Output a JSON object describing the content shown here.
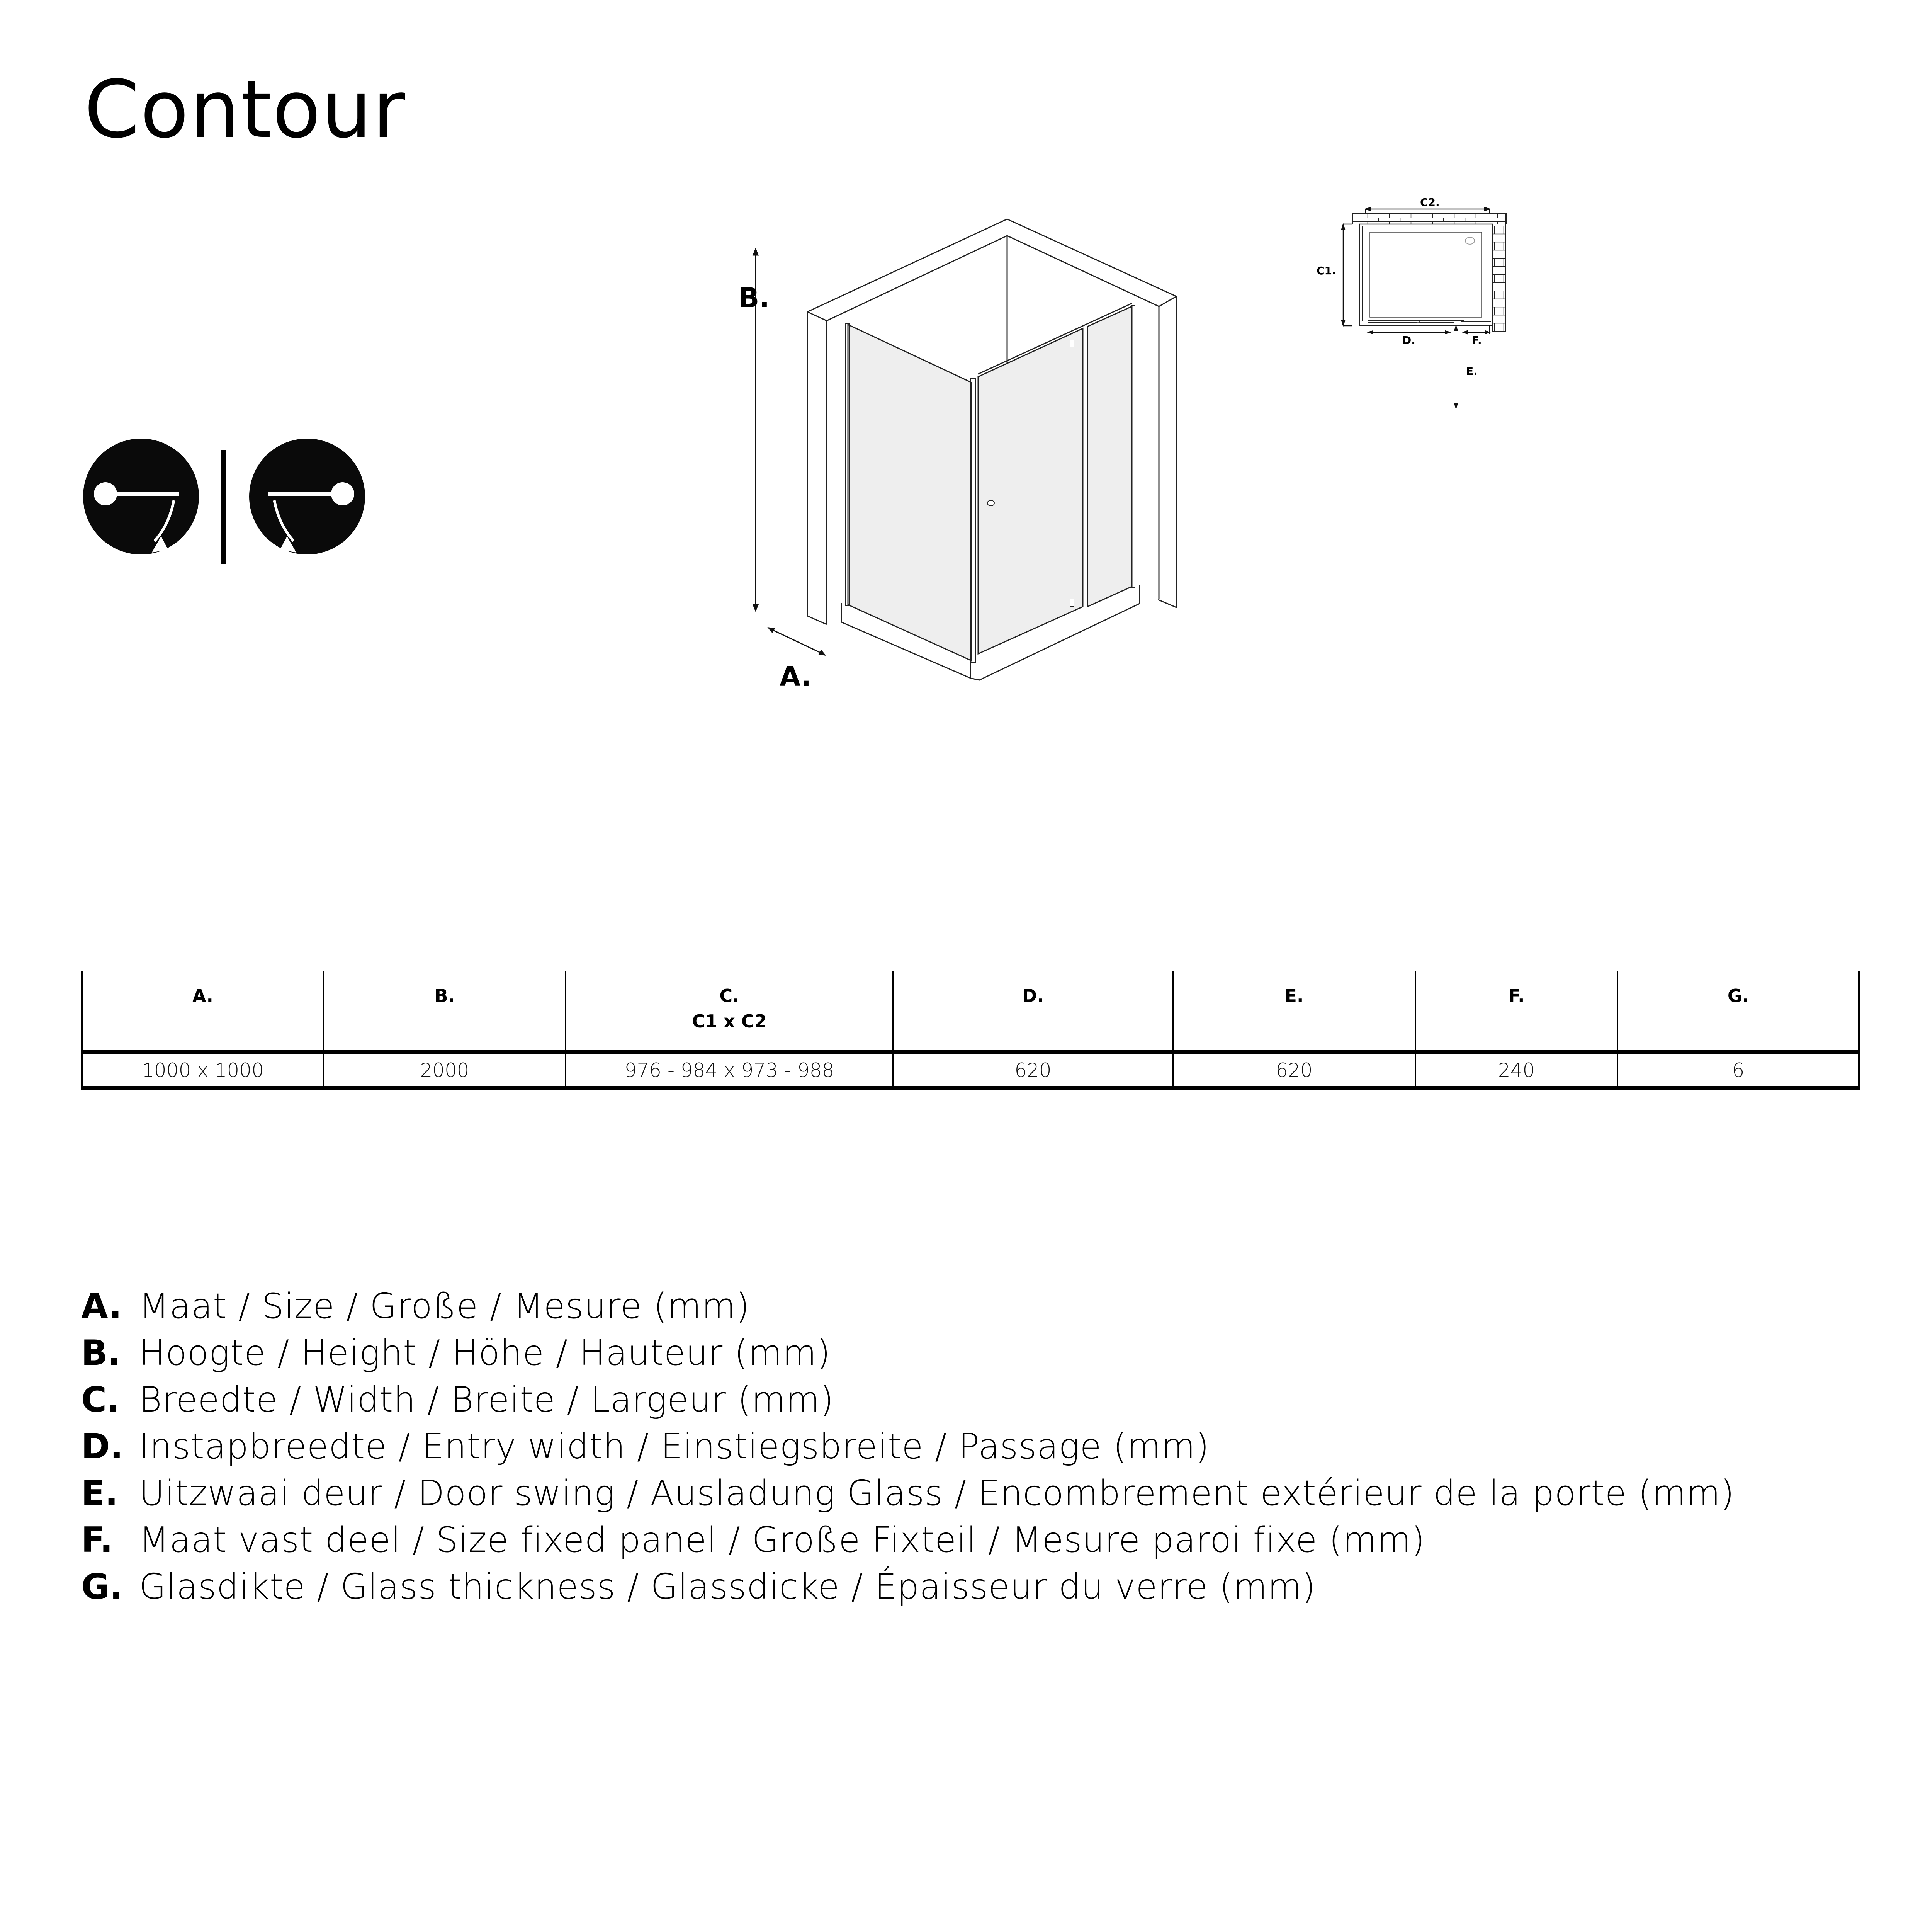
{
  "header": {
    "title": "Contour"
  },
  "door_swing_icons": [
    {
      "name": "hinge-left-swing-icon",
      "side": "left"
    },
    {
      "name": "hinge-right-swing-icon",
      "side": "right"
    }
  ],
  "diagrams": {
    "isometric": {
      "labels": {
        "a": "A.",
        "b": "B."
      }
    },
    "plan": {
      "labels": {
        "c1": "C1.",
        "c2": "C2.",
        "d": "D.",
        "e": "E.",
        "f": "F."
      }
    }
  },
  "spec_table": {
    "headers": [
      {
        "label": "A.",
        "sub": ""
      },
      {
        "label": "B.",
        "sub": ""
      },
      {
        "label": "C.",
        "sub": "C1 x C2"
      },
      {
        "label": "D.",
        "sub": ""
      },
      {
        "label": "E.",
        "sub": ""
      },
      {
        "label": "F.",
        "sub": ""
      },
      {
        "label": "G.",
        "sub": ""
      }
    ],
    "rows": [
      [
        "1000 x 1000",
        "2000",
        "976 - 984 x 973 - 988",
        "620",
        "620",
        "240",
        "6"
      ]
    ]
  },
  "legend": [
    {
      "letter": "A.",
      "text": "Maat / Size / Große / Mesure (mm)"
    },
    {
      "letter": "B.",
      "text": "Hoogte / Height / Höhe / Hauteur (mm)"
    },
    {
      "letter": "C.",
      "text": "Breedte / Width / Breite / Largeur (mm)"
    },
    {
      "letter": "D.",
      "text": "Instapbreedte / Entry width / Einstiegsbreite / Passage (mm)"
    },
    {
      "letter": "E.",
      "text": "Uitzwaai deur / Door swing / Ausladung Glass / Encombrement extérieur de la porte (mm)"
    },
    {
      "letter": "F.",
      "text": "Maat vast deel / Size fixed panel / Große Fixteil / Mesure paroi fixe (mm)"
    },
    {
      "letter": "G.",
      "text": "Glasdikte / Glass thickness / Glassdicke / Épaisseur du verre (mm)"
    }
  ]
}
